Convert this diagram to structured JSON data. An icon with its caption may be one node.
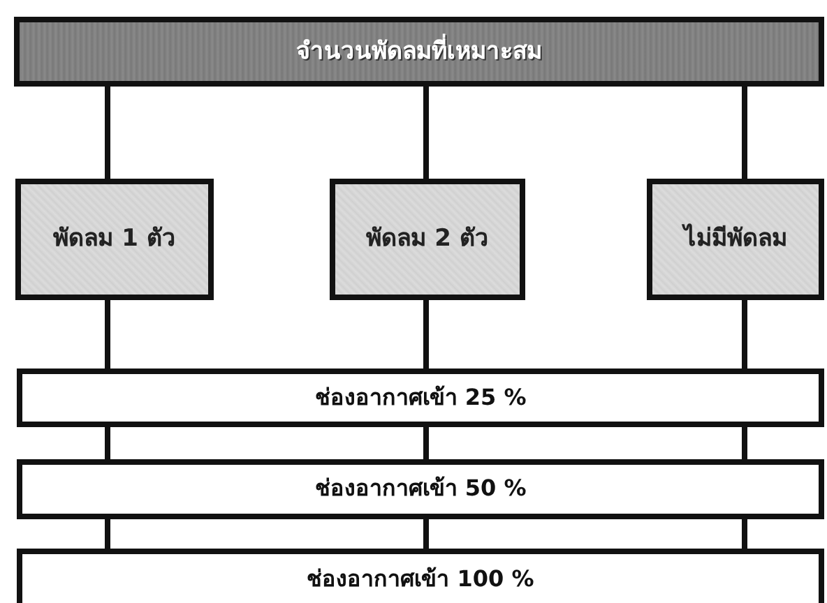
{
  "diagram": {
    "nodes": [
      {
        "text": [
          "จำนวนพัดลมที่เหมาะสม"
        ]
      },
      {
        "text": [
          "พัดลม 1 ตัว"
        ]
      },
      {
        "text": [
          "พัดลม 2 ตัว"
        ]
      },
      {
        "text": [
          "ไม่มีพัดลม"
        ]
      },
      {
        "text": [
          "ช่องอากาศเข้า 25 %"
        ]
      },
      {
        "text": [
          "ช่องอากาศเข้า 50 %"
        ]
      },
      {
        "text": [
          "ช่องอากาศเข้า 100 %"
        ]
      }
    ],
    "edges": [
      {
        "from": 0,
        "to": 1,
        "arrow": "none"
      },
      {
        "from": 0,
        "to": 2,
        "arrow": "none"
      },
      {
        "from": 0,
        "to": 3,
        "arrow": "none"
      },
      {
        "from": 1,
        "to": 4,
        "arrow": "none"
      },
      {
        "from": 2,
        "to": 4,
        "arrow": "none"
      },
      {
        "from": 3,
        "to": 4,
        "arrow": "none"
      },
      {
        "from": 4,
        "to": 5,
        "arrow": "none"
      },
      {
        "from": 4,
        "to": 5,
        "arrow": "none"
      },
      {
        "from": 4,
        "to": 5,
        "arrow": "none"
      },
      {
        "from": 5,
        "to": 6,
        "arrow": "none"
      },
      {
        "from": 5,
        "to": 6,
        "arrow": "none"
      },
      {
        "from": 5,
        "to": 6,
        "arrow": "none"
      }
    ]
  }
}
